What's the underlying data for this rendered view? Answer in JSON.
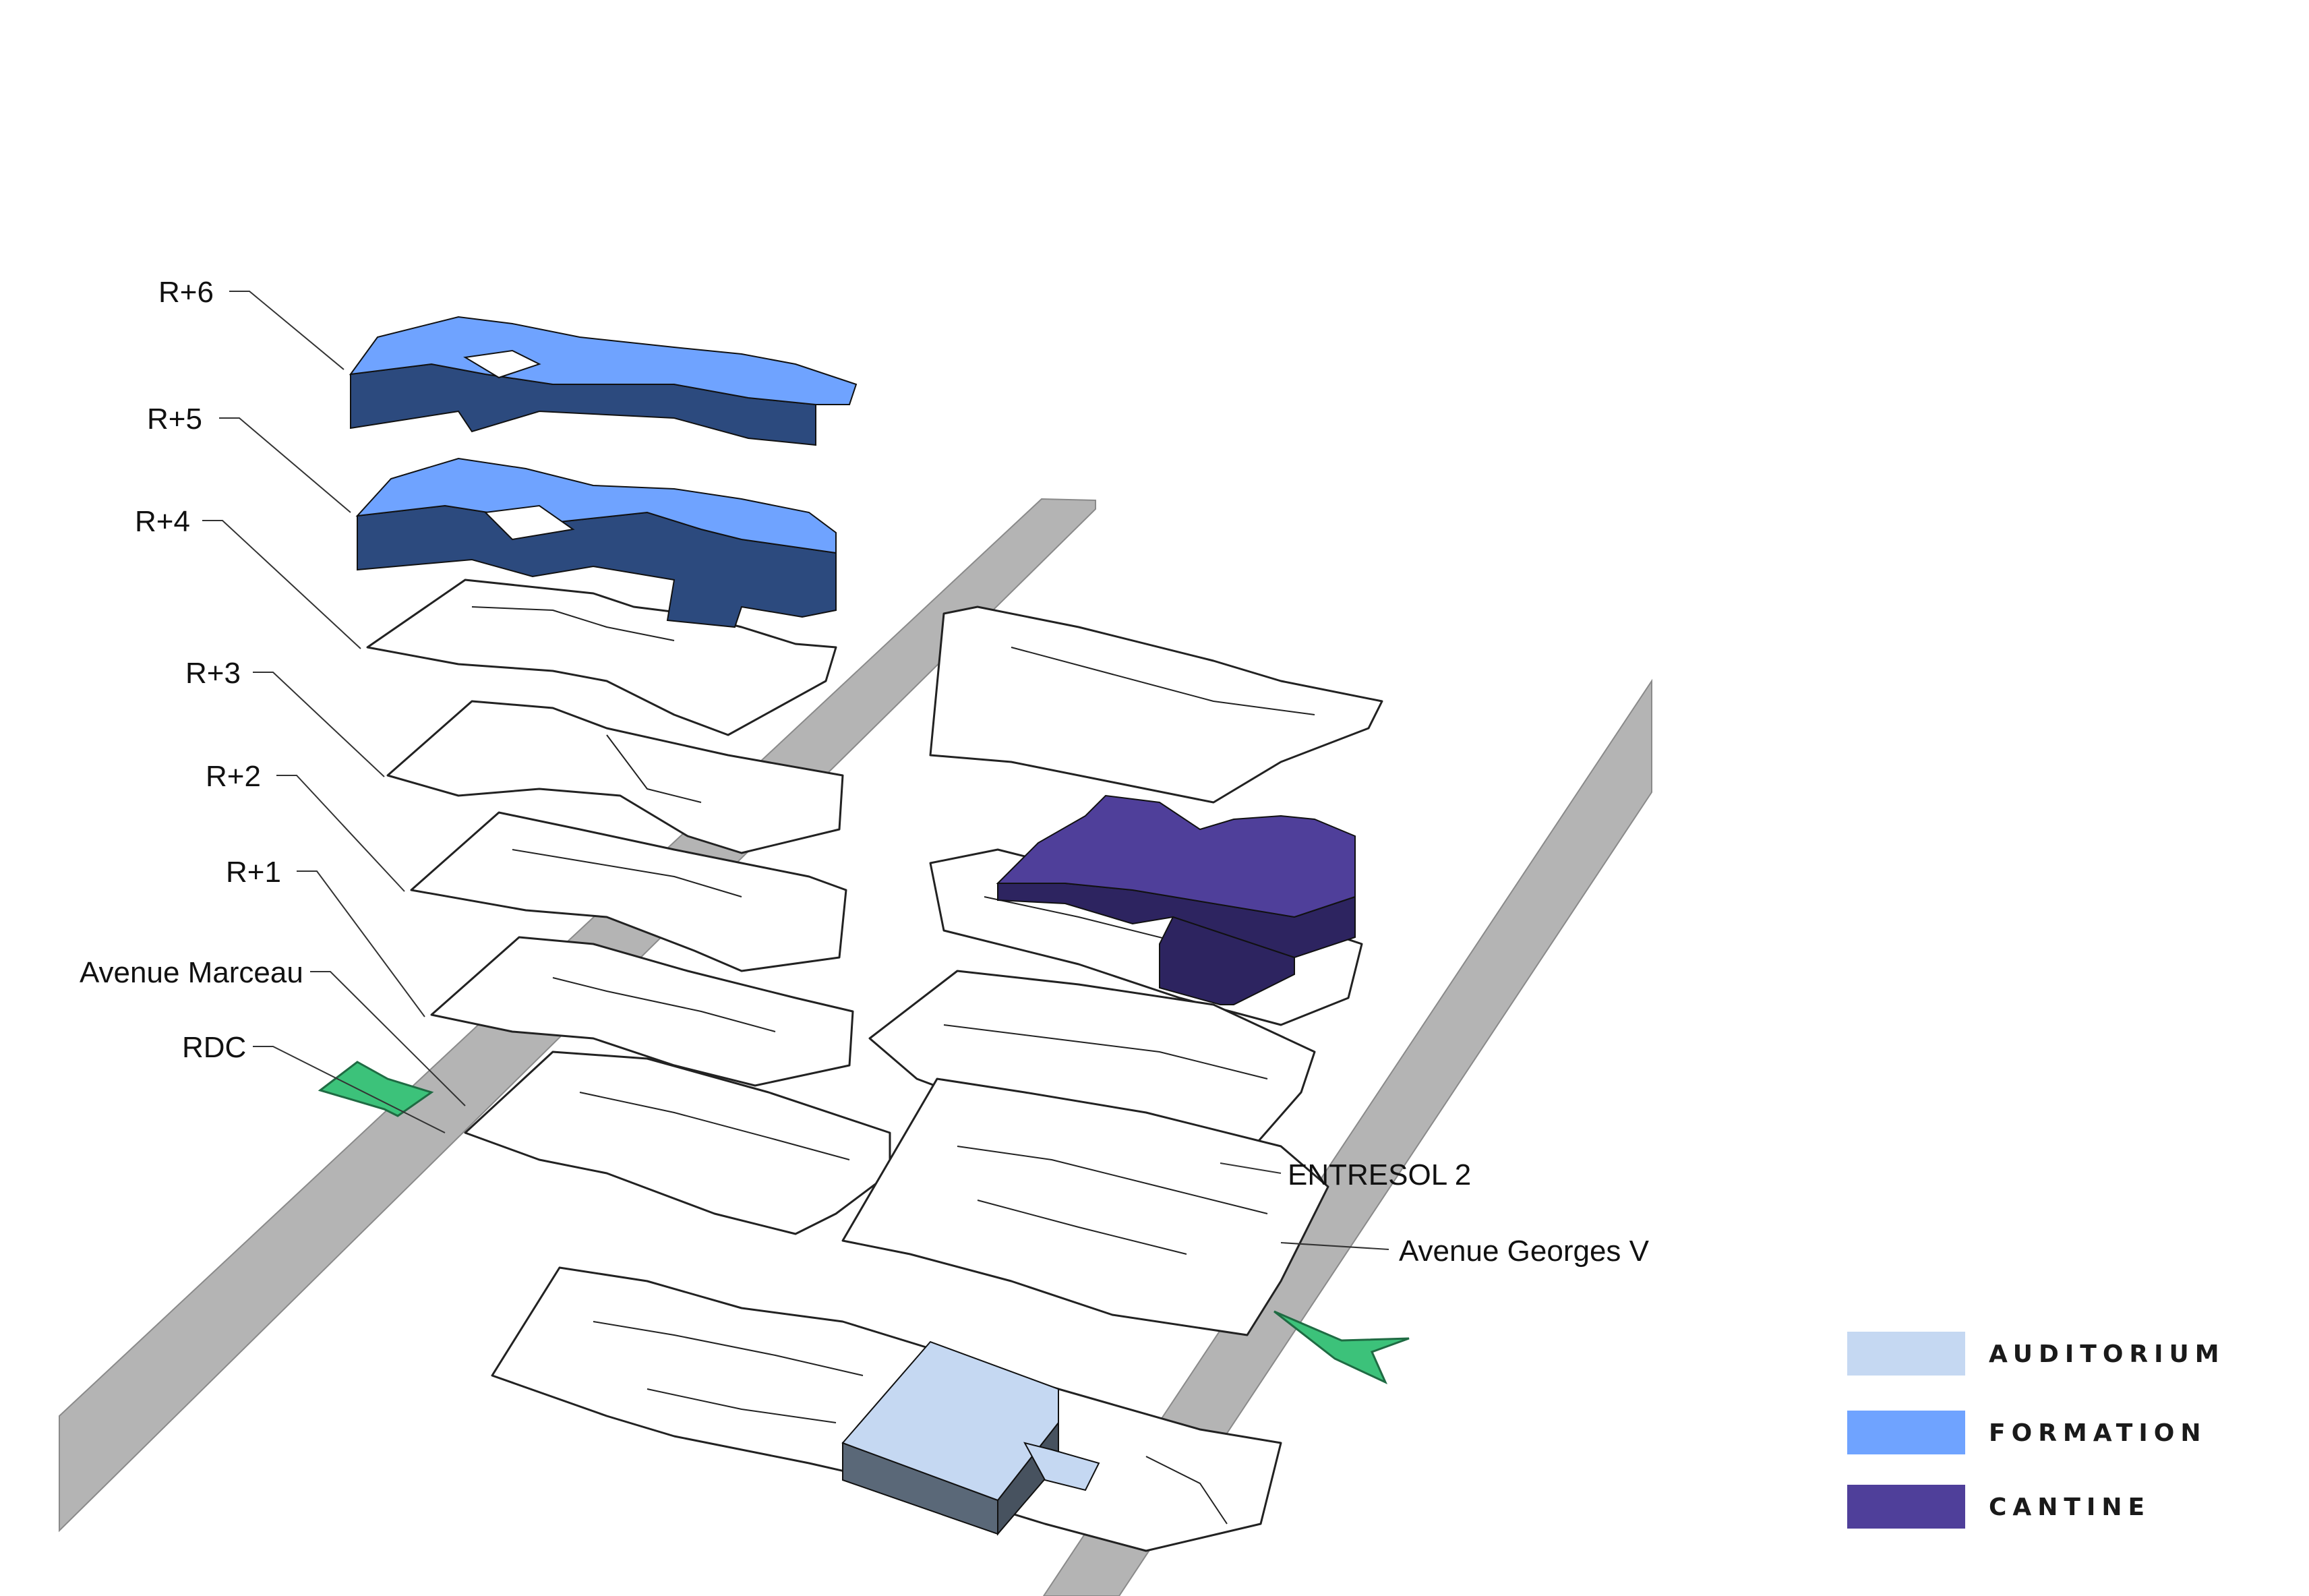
{
  "floor_labels": {
    "r6": "R+6",
    "r5": "R+5",
    "r4": "R+4",
    "r3": "R+3",
    "r2": "R+2",
    "r1": "R+1",
    "avenue_marceau": "Avenue Marceau",
    "rdc": "RDC",
    "entresol": "ENTRESOL 2",
    "avenue_georges": "Avenue Georges V"
  },
  "legend": [
    {
      "label": "AUDITORIUM",
      "color": "#c5d8f2"
    },
    {
      "label": "FORMATION",
      "color": "#6fa3ff"
    },
    {
      "label": "CANTINE",
      "color": "#4f3f9a"
    }
  ],
  "colors": {
    "street": "#b4b4b4",
    "arrow": "#3cc27a",
    "formation_side": "#2c4a7e",
    "cantine_side": "#2d2460",
    "auditorium_side": "#5a6878"
  }
}
